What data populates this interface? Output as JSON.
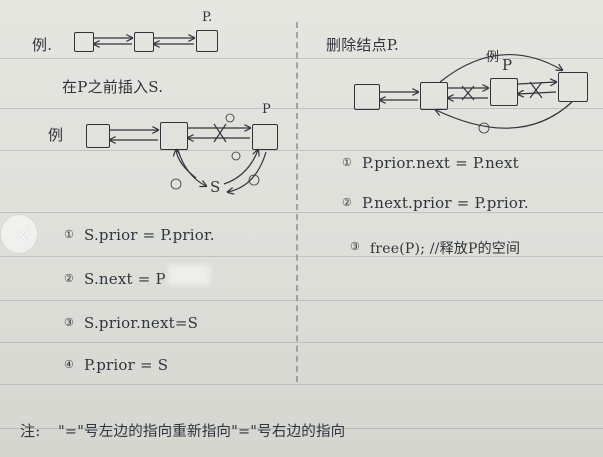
{
  "left": {
    "example1_label": "例.",
    "example1_p": "P.",
    "heading": "在P之前插入S.",
    "example2_label": "例",
    "example2_p": "P",
    "s_label": "S",
    "steps": [
      {
        "num": "①",
        "text": "S.prior = P.prior."
      },
      {
        "num": "②",
        "text": "S.next = P"
      },
      {
        "num": "③",
        "text": "S.prior.next=S"
      },
      {
        "num": "④",
        "text": "P.prior = S"
      }
    ]
  },
  "right": {
    "heading": "删除结点P.",
    "example_label": "例",
    "p_label": "P",
    "steps": [
      {
        "num": "①",
        "text": "P.prior.next = P.next"
      },
      {
        "num": "②",
        "text": "P.next.prior = P.prior."
      },
      {
        "num": "③",
        "text": "free(P); //释放P的空间"
      }
    ]
  },
  "note": {
    "prefix": "注:",
    "text": "\"=\"号左边的指向重新指向\"=\"号右边的指向"
  },
  "back_icon": "chevron-left-icon"
}
